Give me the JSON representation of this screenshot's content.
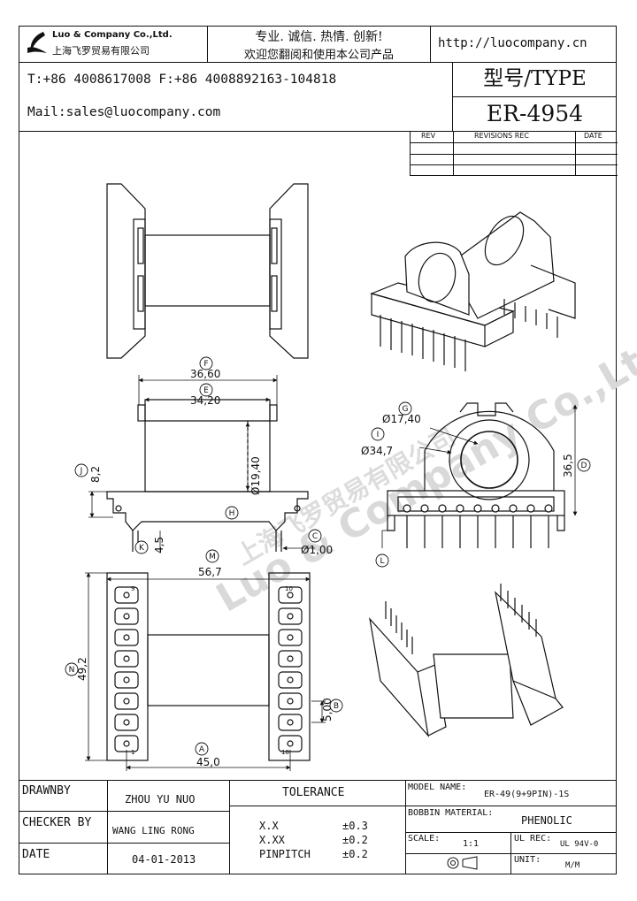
{
  "header": {
    "company_en": "Luo & Company Co.,Ltd.",
    "company_cn": "上海飞罗贸易有限公司",
    "slogan1": "专业. 诚信. 热情. 创新!",
    "slogan2": "欢迎您翻阅和使用本公司产品",
    "website": "http://luocompany.cn",
    "phone": "T:+86 4008617008 F:+86 4008892163-104818",
    "mail": "Mail:sales@luocompany.com",
    "type_label": "型号/TYPE",
    "type_value": "ER-4954"
  },
  "revisions": {
    "rev": "REV",
    "rec": "REVISIONS REC",
    "date": "DATE"
  },
  "watermark": {
    "en": "Luo & Company Co.,Ltd",
    "cn": "上海飞罗贸易有限公司"
  },
  "dims": {
    "F_val": "36,60",
    "E_val": "34,20",
    "J_val": "8,2",
    "H_val": "Ø19,40",
    "K_val": "4,5",
    "C_val": "Ø1,00",
    "M_val": "56,7",
    "N_val": "49,2",
    "B_val": "5,00",
    "A_val": "45,0",
    "G_val": "Ø17,40",
    "I_val": "Ø34,7",
    "D_val": "36,5",
    "F": "F",
    "E": "E",
    "J": "J",
    "H": "H",
    "K": "K",
    "C": "C",
    "M": "M",
    "N": "N",
    "B": "B",
    "A": "A",
    "G": "G",
    "I": "I",
    "D": "D",
    "L": "L",
    "pin1": "1",
    "pin9": "9",
    "pin10": "10",
    "pin18": "18"
  },
  "footer": {
    "drawnby_label": "DRAWNBY",
    "drawnby": "ZHOU YU NUO",
    "checker_label": "CHECKER BY",
    "checker": "WANG LING RONG",
    "date_label": "DATE",
    "date": "04-01-2013",
    "tolerance": "TOLERANCE",
    "tol_xx": "X.X",
    "tol_xx_v": "±0.3",
    "tol_xxx": "X.XX",
    "tol_xxx_v": "±0.2",
    "tol_pin": "PINPITCH",
    "tol_pin_v": "±0.2",
    "model_label": "MODEL NAME:",
    "model": "ER-49(9+9PIN)-1S",
    "bobbin_label": "BOBBIN MATERIAL:",
    "bobbin": "PHENOLIC",
    "scale_label": "SCALE:",
    "scale": "1:1",
    "ul_label": "UL REC:",
    "ul": "UL 94V-0",
    "unit_label": "UNIT:",
    "unit": "M/M"
  },
  "colors": {
    "line": "#111111",
    "watermark": "#d8d8d8"
  }
}
